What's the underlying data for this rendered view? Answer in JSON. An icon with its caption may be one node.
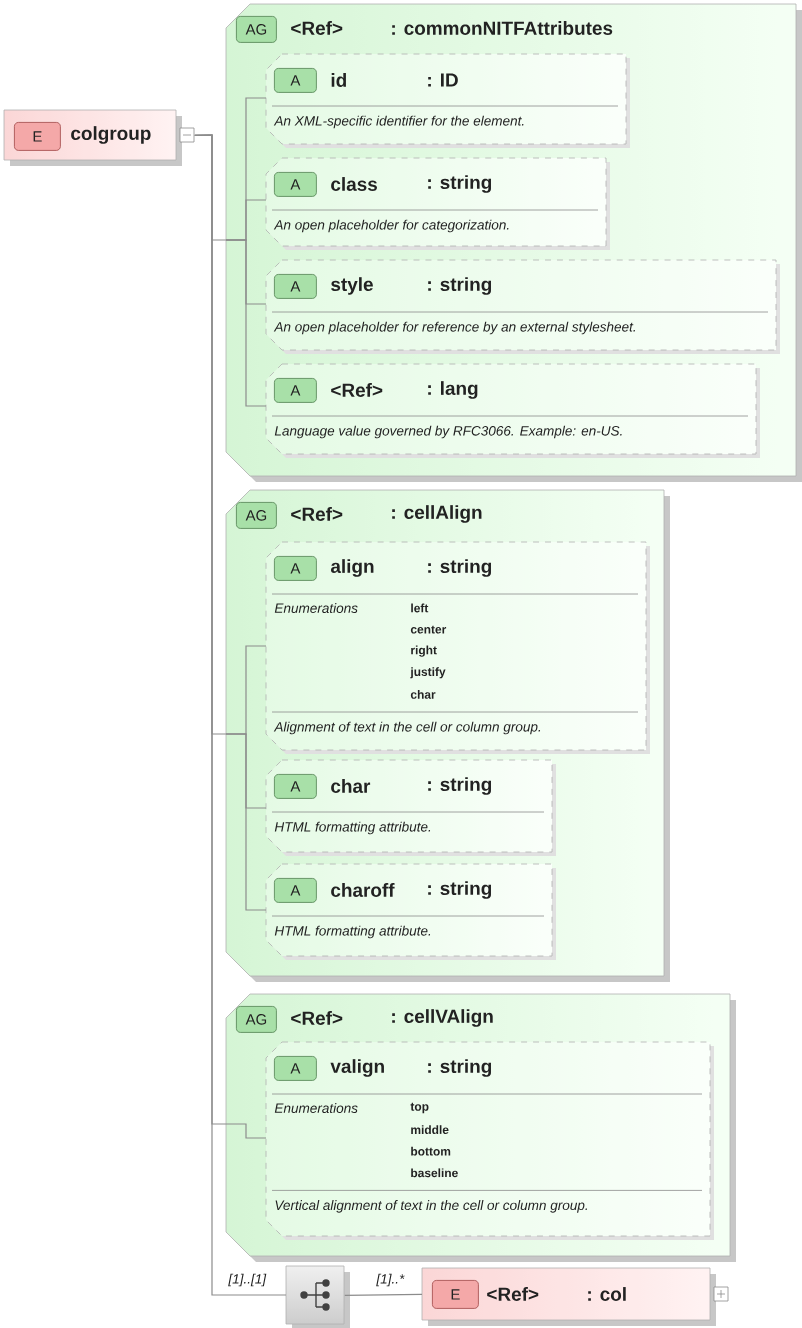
{
  "diagram": {
    "nodes": [
      {
        "text": [
          "E",
          "colgroup"
        ]
      },
      {
        "text": [
          "AG",
          "<Ref>",
          ": commonNITFAttributes"
        ]
      },
      {
        "text": [
          "A",
          "id",
          ": ID",
          "An XML-specific identifier for the element."
        ],
        "in": 1
      },
      {
        "text": [
          "A",
          "class",
          ": string",
          "An open placeholder for categorization."
        ],
        "in": 1
      },
      {
        "text": [
          "A",
          "style",
          ": string",
          "An open placeholder for reference by an external stylesheet."
        ],
        "in": 1
      },
      {
        "text": [
          "A",
          "<Ref>",
          ": lang",
          "Language value governed by RFC3066. Example: en-US."
        ],
        "in": 1
      },
      {
        "text": [
          "AG",
          "<Ref>",
          ": cellAlign"
        ]
      },
      {
        "text": [
          "A",
          "align",
          ": string",
          "Enumerations",
          "left",
          "center",
          "right",
          "justify",
          "char",
          "Alignment of text in the cell or column group."
        ],
        "in": 6
      },
      {
        "text": [
          "A",
          "char",
          ": string",
          "HTML formatting attribute."
        ],
        "in": 6
      },
      {
        "text": [
          "A",
          "charoff",
          ": string",
          "HTML formatting attribute."
        ],
        "in": 6
      },
      {
        "text": [
          "AG",
          "<Ref>",
          ": cellVAlign"
        ]
      },
      {
        "text": [
          "A",
          "valign",
          ": string",
          "Enumerations",
          "top",
          "middle",
          "bottom",
          "baseline",
          "Vertical alignment of text in the cell or column group."
        ],
        "in": 10
      },
      {
        "text": [],
        "shape": "box",
        "beside": [
          "[1]..[1]"
        ]
      },
      {
        "text": [
          "E",
          "<Ref>",
          ": col"
        ],
        "beside": [
          "[1]..*"
        ]
      }
    ],
    "edges": [
      {
        "from": 0,
        "to": 1,
        "arrow": "none"
      },
      {
        "from": 1,
        "to": 2,
        "arrow": "none"
      },
      {
        "from": 1,
        "to": 3,
        "arrow": "none"
      },
      {
        "from": 1,
        "to": 4,
        "arrow": "none"
      },
      {
        "from": 1,
        "to": 5,
        "arrow": "none"
      },
      {
        "from": 0,
        "to": 6,
        "arrow": "none"
      },
      {
        "from": 6,
        "to": 7,
        "arrow": "none"
      },
      {
        "from": 6,
        "to": 8,
        "arrow": "none"
      },
      {
        "from": 6,
        "to": 9,
        "arrow": "none"
      },
      {
        "from": 0,
        "to": 10,
        "arrow": "none"
      },
      {
        "from": 10,
        "to": 11,
        "arrow": "none"
      },
      {
        "from": 0,
        "to": 12,
        "arrow": "none"
      },
      {
        "from": 12,
        "to": 13,
        "arrow": "none"
      }
    ]
  }
}
